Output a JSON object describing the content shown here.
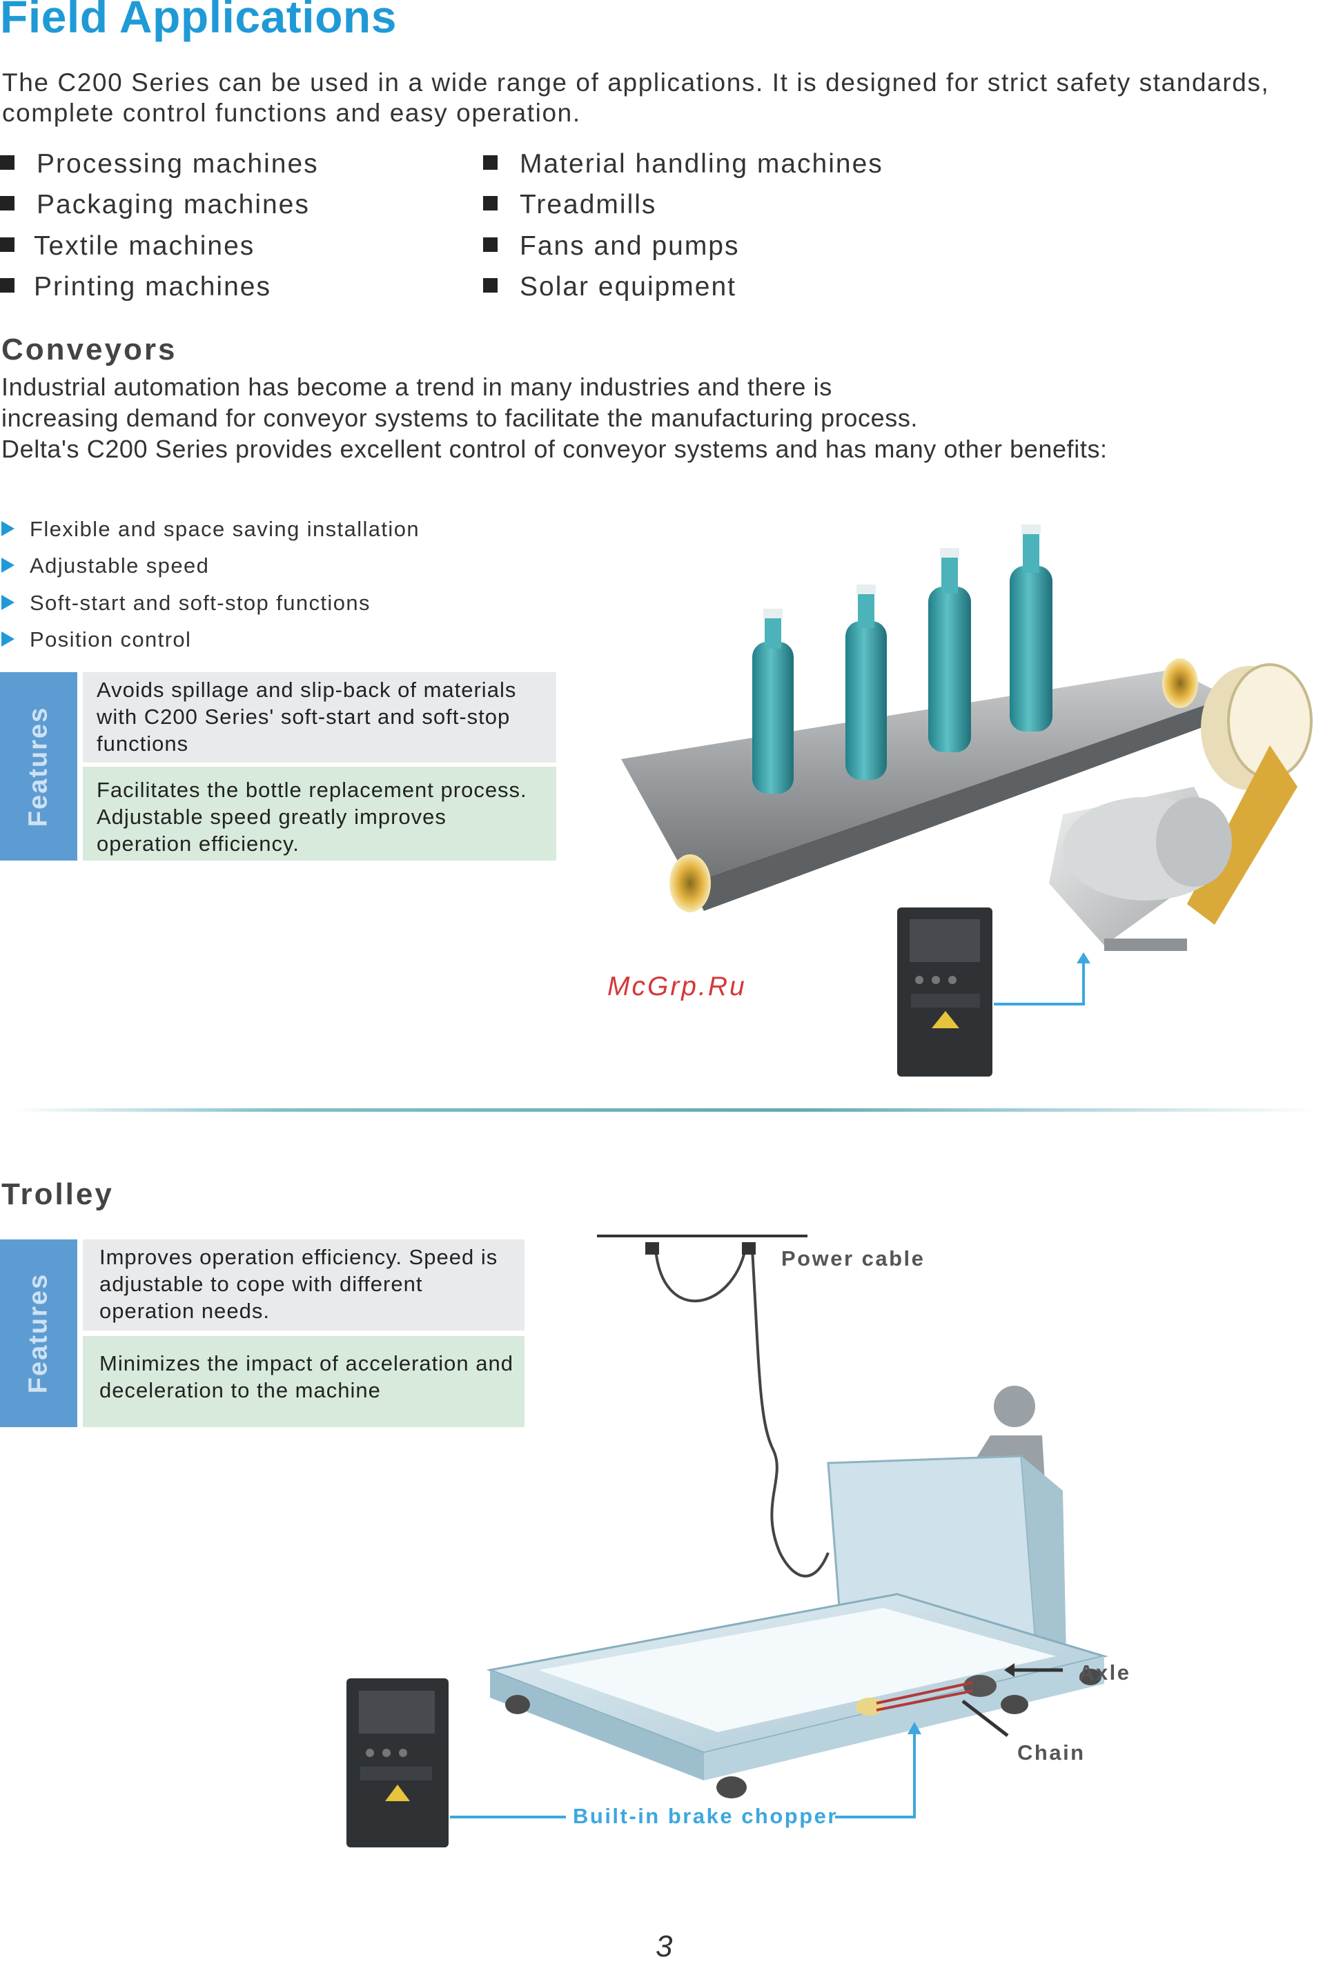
{
  "header": {
    "title": "Field Applications",
    "intro": "The C200 Series can be used in a wide range of applications. It is designed for strict safety standards, complete control functions and easy operation."
  },
  "applications": {
    "left": [
      "Processing machines",
      "Packaging machines",
      "Textile machines",
      "Printing machines"
    ],
    "right": [
      "Material handling machines",
      "Treadmills",
      "Fans and pumps",
      "Solar equipment"
    ]
  },
  "conveyors": {
    "heading": "Conveyors",
    "intro_lines": [
      "Industrial automation has become a trend in many industries and there is",
      "increasing demand for conveyor systems to facilitate the manufacturing process.",
      "Delta's C200 Series provides excellent control of conveyor systems and has many other benefits:"
    ],
    "benefits": [
      "Flexible and space saving installation",
      "Adjustable speed",
      "Soft-start and soft-stop functions",
      "Position control"
    ],
    "features_label": "Features",
    "features": [
      "Avoids spillage and slip-back of materials with C200 Series' soft-start and soft-stop functions",
      "Facilitates the bottle replacement process. Adjustable speed greatly improves operation efficiency."
    ]
  },
  "watermark": "McGrp.Ru",
  "trolley": {
    "heading": "Trolley",
    "features_label": "Features",
    "features": [
      "Improves operation efficiency. Speed is adjustable to cope with different operation needs.",
      "Minimizes the impact of acceleration and deceleration to the machine"
    ],
    "callouts": {
      "power_cable": "Power cable",
      "axle": "Axle",
      "chain": "Chain",
      "brake_chopper": "Built-in brake chopper"
    }
  },
  "page_number": "3",
  "colors": {
    "title_blue": "#1f9ad6",
    "features_tab": "#5d9cd2",
    "box_gray": "#e9eaec",
    "box_green": "#d7eadb",
    "bottle_teal": "#3aa1a8",
    "watermark_red": "#d6363a"
  }
}
